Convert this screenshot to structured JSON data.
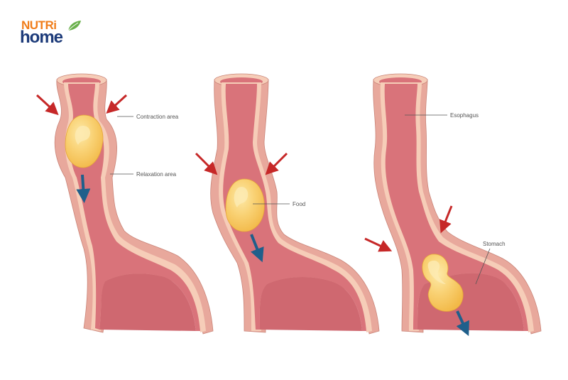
{
  "logo": {
    "line1": "NUTRi",
    "line2": "home",
    "icon": "leaf-icon"
  },
  "colors": {
    "outer_wall": "#e8a89c",
    "inner_wall": "#f6cdb8",
    "lumen": "#d9737a",
    "lumen_dark": "#c95f68",
    "food": "#f7c75e",
    "food_light": "#fde49a",
    "arrow_red": "#c62828",
    "arrow_blue": "#1f5f8b",
    "label_line": "#555555",
    "logo_orange": "#f07d1a",
    "logo_navy": "#1d3b7a",
    "logo_green": "#6ab04c"
  },
  "panels": [
    {
      "id": "panel-1",
      "labels": [
        {
          "text": "Contraction area"
        },
        {
          "text": "Relaxation area"
        }
      ]
    },
    {
      "id": "panel-2",
      "labels": [
        {
          "text": "Food"
        }
      ]
    },
    {
      "id": "panel-3",
      "labels": [
        {
          "text": "Esophagus"
        },
        {
          "text": "Stomach"
        }
      ]
    }
  ]
}
